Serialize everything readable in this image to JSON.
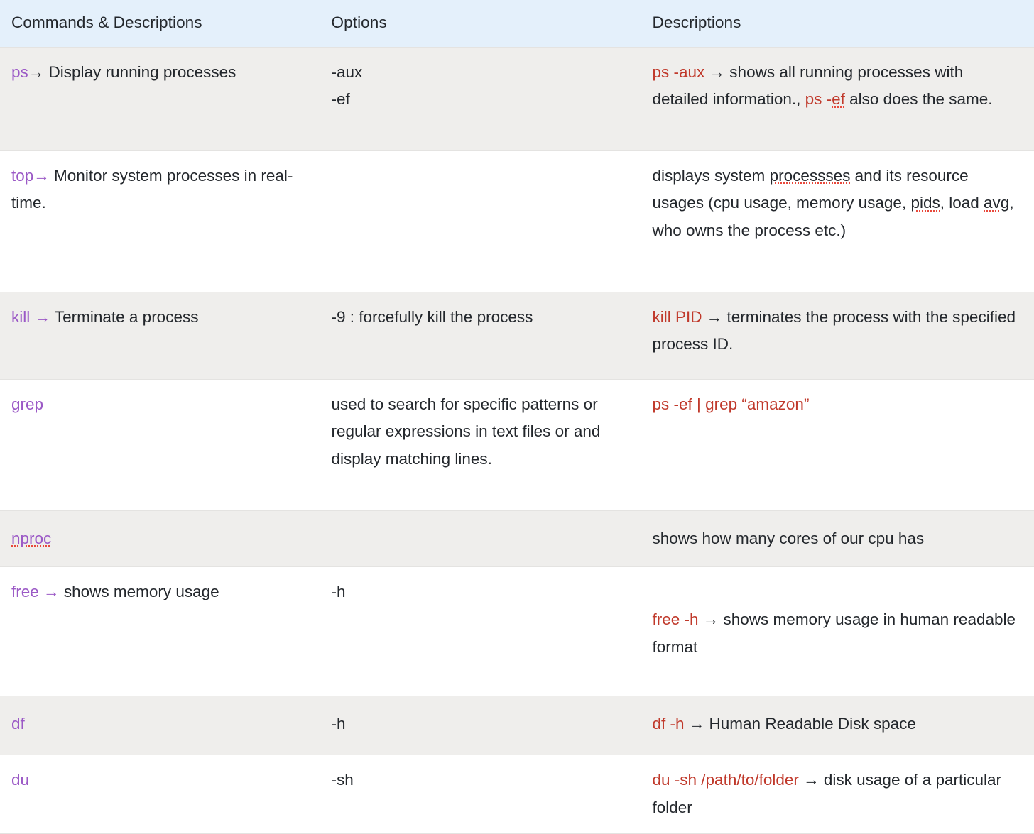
{
  "table": {
    "headers": [
      "Commands & Descriptions",
      "Options",
      "Descriptions"
    ],
    "colors": {
      "header_background": "#e4f0fb",
      "shaded_row_background": "#efeeec",
      "plain_row_background": "#ffffff",
      "command_purple": "#9b59c6",
      "code_red": "#c0392b",
      "spellcheck_underline": "#e8483b",
      "body_text": "#23272c",
      "grid_line": "#e6e6e4"
    },
    "rows": [
      {
        "id": "ps",
        "shaded": true,
        "command_name": "ps",
        "command_arrow": "→",
        "command_text": "Display running processes",
        "options": "-aux\n-ef",
        "options_lines": [
          "-aux",
          "-ef"
        ],
        "description_plain": "ps -aux → shows all running processes with detailed information., ps -ef also does the same.",
        "description_parts": [
          {
            "text": "ps -aux",
            "style": "code-red"
          },
          {
            "text": " → shows all running processes with detailed information., ",
            "style": "plain"
          },
          {
            "text": "ps -",
            "style": "code-red"
          },
          {
            "text": "ef",
            "style": "code-red-misspelled"
          },
          {
            "text": " also does the same.",
            "style": "plain"
          }
        ]
      },
      {
        "id": "top",
        "shaded": false,
        "command_name": "top",
        "command_arrow": "→",
        "command_text": "Monitor system processes in real-time.",
        "options": "",
        "options_lines": [],
        "description_plain": "displays system processses and its resource usages (cpu usage, memory usage, pids, load avg, who owns the process etc.)",
        "description_parts": [
          {
            "text": "displays system ",
            "style": "plain"
          },
          {
            "text": "processses",
            "style": "misspelled"
          },
          {
            "text": " and its resource usages (cpu usage, memory usage, ",
            "style": "plain"
          },
          {
            "text": "pids",
            "style": "misspelled"
          },
          {
            "text": ", load ",
            "style": "plain"
          },
          {
            "text": "avg",
            "style": "misspelled"
          },
          {
            "text": ", who owns the process etc.)",
            "style": "plain"
          }
        ]
      },
      {
        "id": "kill",
        "shaded": true,
        "command_name": "kill",
        "command_arrow": "→",
        "command_text": "Terminate a process",
        "options": "-9 : forcefully kill the process",
        "options_lines": [
          "-9 : forcefully kill the process"
        ],
        "description_plain": "kill PID → terminates the process with the specified process ID.",
        "description_parts": [
          {
            "text": "kill PID",
            "style": "code-red"
          },
          {
            "text": " → terminates the process with the specified process ID.",
            "style": "plain"
          }
        ]
      },
      {
        "id": "grep",
        "shaded": false,
        "command_name": "grep",
        "command_arrow": "",
        "command_text": "",
        "options": "used to search for specific patterns or regular expressions in text files or and display matching lines.",
        "options_lines": [
          "used to search for specific patterns or regular expressions in text files or and display matching lines."
        ],
        "description_plain": "ps -ef | grep “amazon”",
        "description_parts": [
          {
            "text": "ps -ef | grep “amazon”",
            "style": "code-red"
          }
        ]
      },
      {
        "id": "nproc",
        "shaded": true,
        "command_name": "nproc",
        "command_name_misspelled": true,
        "command_arrow": "",
        "command_text": "",
        "options": "",
        "options_lines": [],
        "description_plain": "shows how many cores of our cpu has",
        "description_parts": [
          {
            "text": "shows how many cores of our cpu has",
            "style": "plain"
          }
        ]
      },
      {
        "id": "free",
        "shaded": false,
        "command_name": "free",
        "command_arrow": "→",
        "command_text": "shows memory usage",
        "options": "-h",
        "options_lines": [
          "-h"
        ],
        "description_plain": "free -h → shows memory usage in human readable format",
        "description_parts": [
          {
            "text": "free -h",
            "style": "code-red"
          },
          {
            "text": " → shows memory usage in human readable format",
            "style": "plain"
          }
        ]
      },
      {
        "id": "df",
        "shaded": true,
        "command_name": "df",
        "command_arrow": "",
        "command_text": "",
        "options": "-h",
        "options_lines": [
          "-h"
        ],
        "description_plain": "df -h → Human Readable Disk space",
        "description_parts": [
          {
            "text": "df -h",
            "style": "code-red"
          },
          {
            "text": " → Human Readable Disk space",
            "style": "plain"
          }
        ]
      },
      {
        "id": "du",
        "shaded": false,
        "command_name": "du",
        "command_arrow": "",
        "command_text": "",
        "options": "-sh",
        "options_lines": [
          "-sh"
        ],
        "description_plain": "du -sh /path/to/folder → disk usage of a particular folder",
        "description_parts": [
          {
            "text": "du -sh /path/to/folder",
            "style": "code-red"
          },
          {
            "text": " → disk usage of a particular folder",
            "style": "plain"
          }
        ]
      }
    ]
  }
}
